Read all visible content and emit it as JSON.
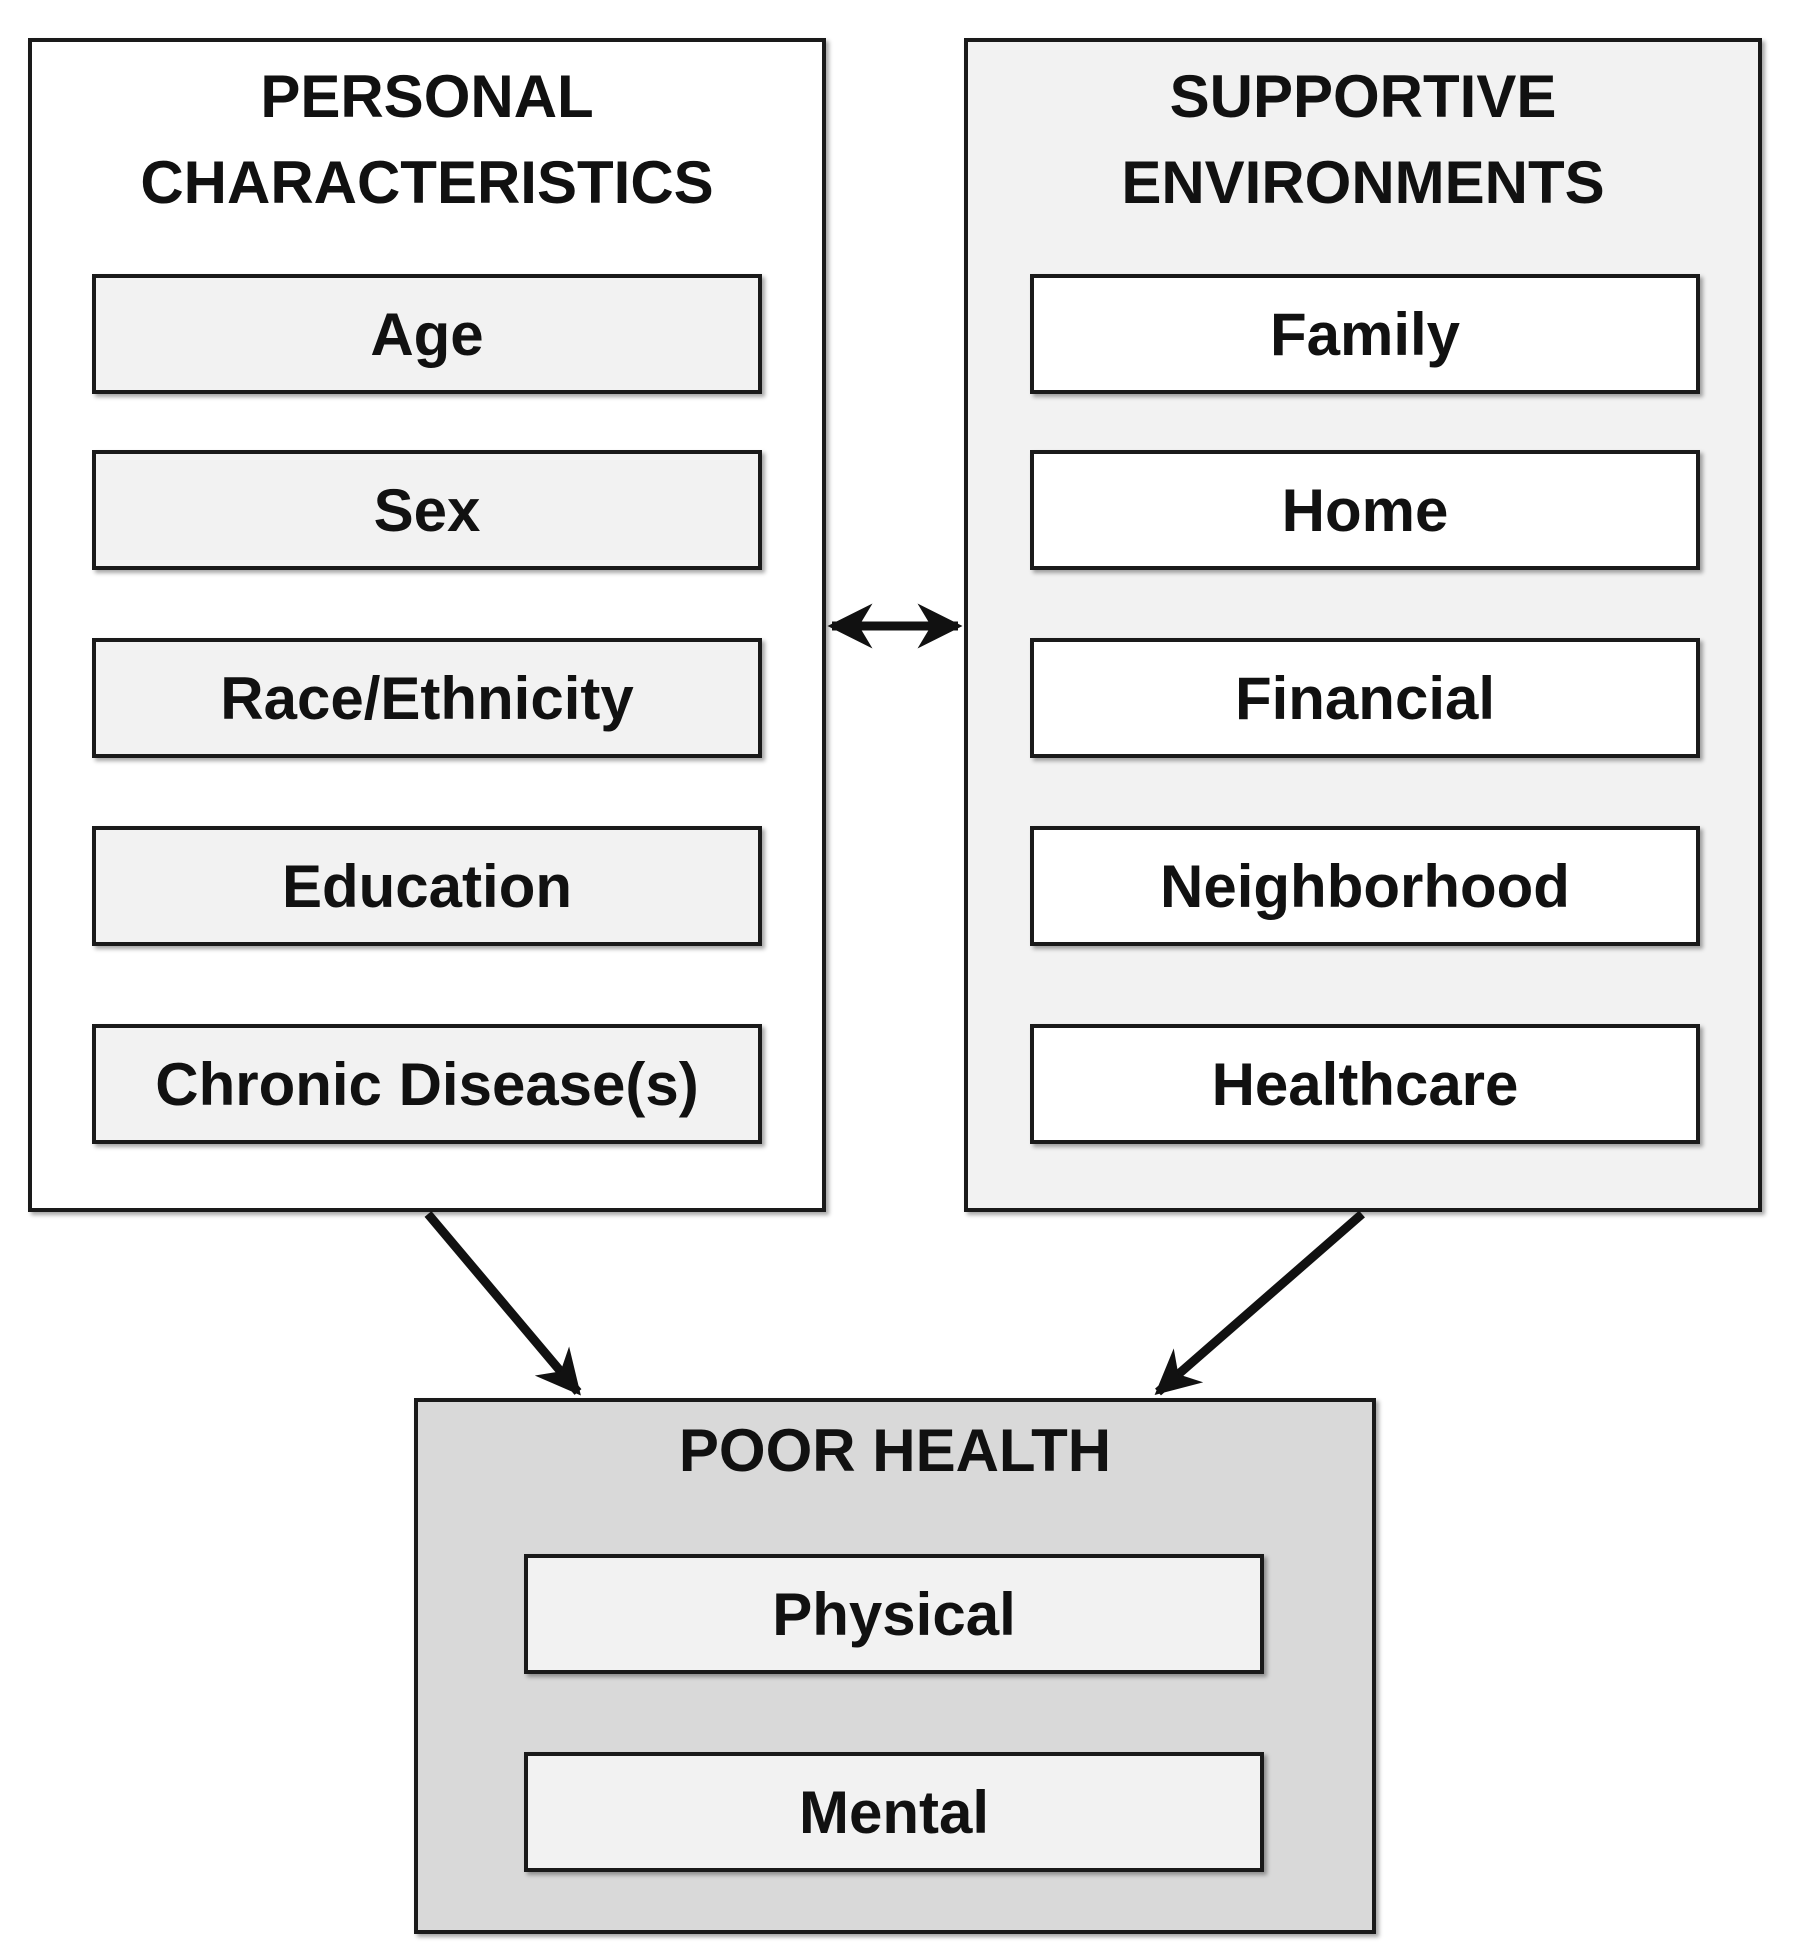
{
  "colors": {
    "border": "#1a1a1a",
    "text": "#111111",
    "white_fill": "#ffffff",
    "light_fill": "#f2f2f2",
    "dark_fill": "#d9d9d9"
  },
  "personal": {
    "title": "PERSONAL\nCHARACTERISTICS",
    "items": [
      "Age",
      "Sex",
      "Race/Ethnicity",
      "Education",
      "Chronic Disease(s)"
    ]
  },
  "supportive": {
    "title": "SUPPORTIVE\nENVIRONMENTS",
    "items": [
      "Family",
      "Home",
      "Financial",
      "Neighborhood",
      "Healthcare"
    ]
  },
  "health": {
    "title": "POOR HEALTH",
    "items": [
      "Physical",
      "Mental"
    ]
  }
}
